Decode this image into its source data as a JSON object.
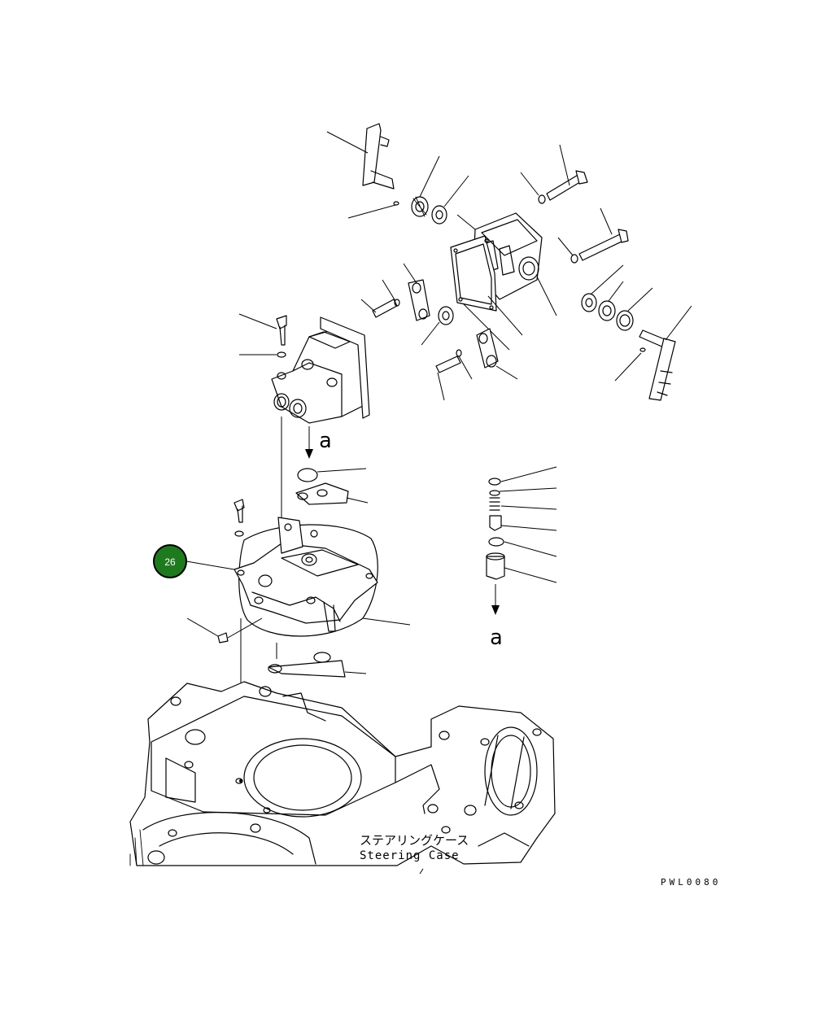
{
  "diagram": {
    "callout_number": "26",
    "callout_color": "#1f7a1f",
    "direction_marker_top": "a",
    "direction_marker_right": "a",
    "case_label_jp": "ステアリングケース",
    "case_label_en": "Steering Case",
    "drawing_code": "PWL0080"
  }
}
